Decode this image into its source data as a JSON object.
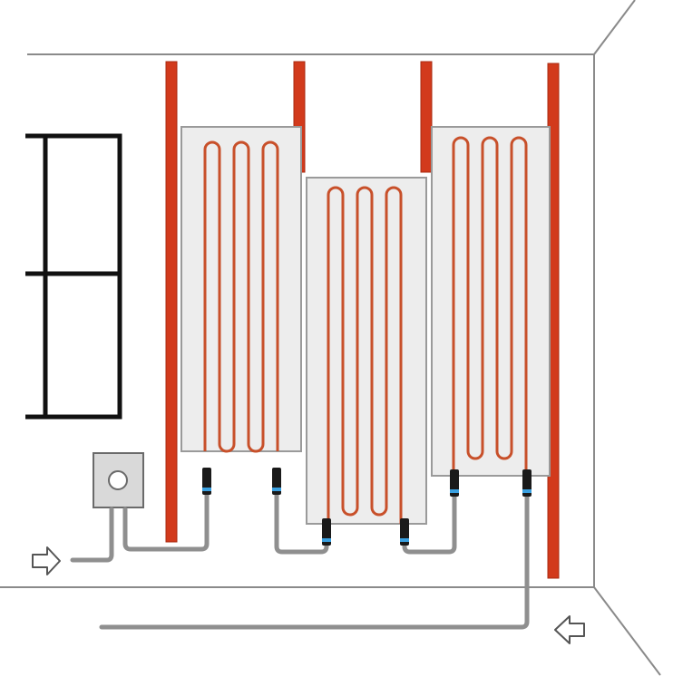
{
  "diagram": {
    "description_labels": [],
    "colors": {
      "background": "#ffffff",
      "wall_line": "#8a8a8a",
      "panel_fill": "#ededed",
      "panel_border": "#9a9a9a",
      "heating_coil": "#c8502a",
      "riser_pipe": "#d23a1c",
      "supply_pipe": "#8f8f8f",
      "window_frame": "#111111",
      "fitting": "#1a1a1a",
      "fitting_accent": "#3aa0e0",
      "control_box": "#d9d9d9"
    },
    "components": {
      "window": "window-frame",
      "control_unit": "control-box",
      "panels": [
        "panel-left",
        "panel-center",
        "panel-right"
      ],
      "risers": [
        "riser-1",
        "riser-2",
        "riser-3",
        "riser-4"
      ],
      "arrows": [
        "inlet-arrow",
        "return-arrow"
      ]
    }
  }
}
